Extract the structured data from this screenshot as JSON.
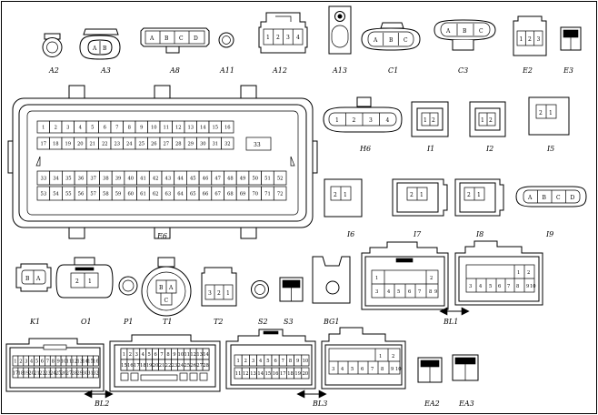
{
  "labels": {
    "A2": "A2",
    "A3": "A3",
    "A8": "A8",
    "A11": "A11",
    "A12": "A12",
    "A13": "A13",
    "C1": "C1",
    "C3": "C3",
    "E2": "E2",
    "E3": "E3",
    "E6": "E6",
    "H6": "H6",
    "I1": "I1",
    "I2": "I2",
    "I5": "I5",
    "I6": "I6",
    "I7": "I7",
    "I8": "I8",
    "I9": "I9",
    "K1": "K1",
    "O1": "O1",
    "P1": "P1",
    "T1": "T1",
    "T2": "T2",
    "S2": "S2",
    "S3": "S3",
    "BG1": "BG1",
    "BL1": "BL1",
    "BL2": "BL2",
    "BL3": "BL3",
    "EA2": "EA2",
    "EA3": "EA3"
  },
  "pins": {
    "A3": [
      "A",
      "B"
    ],
    "A8": [
      "A",
      "B",
      "C",
      "D"
    ],
    "A12": [
      "1",
      "2",
      "3",
      "4"
    ],
    "C1": [
      "A",
      "B",
      "C"
    ],
    "C3": [
      "A",
      "B",
      "C"
    ],
    "E2": [
      "1",
      "2",
      "3"
    ],
    "H6": [
      "1",
      "2",
      "3",
      "4"
    ],
    "I1": [
      "1",
      "2"
    ],
    "I2": [
      "1",
      "2"
    ],
    "I5": [
      "2",
      "1"
    ],
    "I6": [
      "2",
      "1"
    ],
    "I7": [
      "2",
      "1"
    ],
    "I8": [
      "2",
      "1"
    ],
    "I9": [
      "A",
      "B",
      "C",
      "D"
    ],
    "K1": [
      "B",
      "A"
    ],
    "O1": [
      "2",
      "1"
    ],
    "T1": [
      "B",
      "A",
      "C"
    ],
    "T2": [
      "3",
      "2",
      "1"
    ],
    "BL1_left": [
      "1",
      "2",
      "3",
      "4",
      "5",
      "6",
      "7",
      "8",
      "9"
    ],
    "BL1_right": [
      "1",
      "2",
      "3",
      "4",
      "5",
      "6",
      "7",
      "8",
      "9",
      "10"
    ],
    "BL3": [
      "1",
      "2",
      "3",
      "4",
      "5",
      "6",
      "7",
      "8",
      "9",
      "10"
    ]
  },
  "e6": {
    "row1": [
      "1",
      "2",
      "3",
      "4",
      "5",
      "6",
      "7",
      "8",
      "9",
      "10",
      "11",
      "12",
      "13",
      "14",
      "15",
      "16"
    ],
    "row2": [
      "17",
      "18",
      "19",
      "20",
      "21",
      "22",
      "23",
      "24",
      "25",
      "26",
      "27",
      "28",
      "29",
      "30",
      "31",
      "32"
    ],
    "single": "33",
    "row3": [
      "33",
      "34",
      "35",
      "36",
      "37",
      "38",
      "39",
      "40",
      "41",
      "42",
      "43",
      "44",
      "45",
      "46",
      "47",
      "48",
      "49",
      "50",
      "51",
      "52"
    ],
    "row4": [
      "53",
      "54",
      "55",
      "56",
      "57",
      "58",
      "59",
      "60",
      "61",
      "62",
      "63",
      "64",
      "65",
      "66",
      "67",
      "68",
      "69",
      "70",
      "71",
      "72"
    ]
  },
  "bl2": {
    "row1": [
      "1",
      "2",
      "3",
      "4",
      "5",
      "6",
      "7",
      "8",
      "9",
      "10",
      "11",
      "12",
      "13",
      "14",
      "15",
      "16"
    ],
    "row2": [
      "17",
      "18",
      "19",
      "20",
      "21",
      "22",
      "23",
      "24",
      "25",
      "26",
      "27",
      "28",
      "29",
      "30",
      "31",
      "32"
    ]
  },
  "bl2b": {
    "row1": [
      "1",
      "2",
      "3",
      "4",
      "5",
      "6",
      "7",
      "8",
      "9",
      "10",
      "11",
      "12",
      "13",
      "14"
    ],
    "row2": [
      "15",
      "16",
      "17",
      "18",
      "19",
      "20",
      "21",
      "22",
      "23",
      "24",
      "25",
      "26",
      "27",
      "28"
    ]
  },
  "bl3a": {
    "row1": [
      "1",
      "2",
      "3",
      "4",
      "5",
      "6",
      "7",
      "8",
      "9",
      "10"
    ],
    "row2": [
      "11",
      "12",
      "13",
      "14",
      "15",
      "16",
      "17",
      "18",
      "19",
      "20"
    ]
  }
}
